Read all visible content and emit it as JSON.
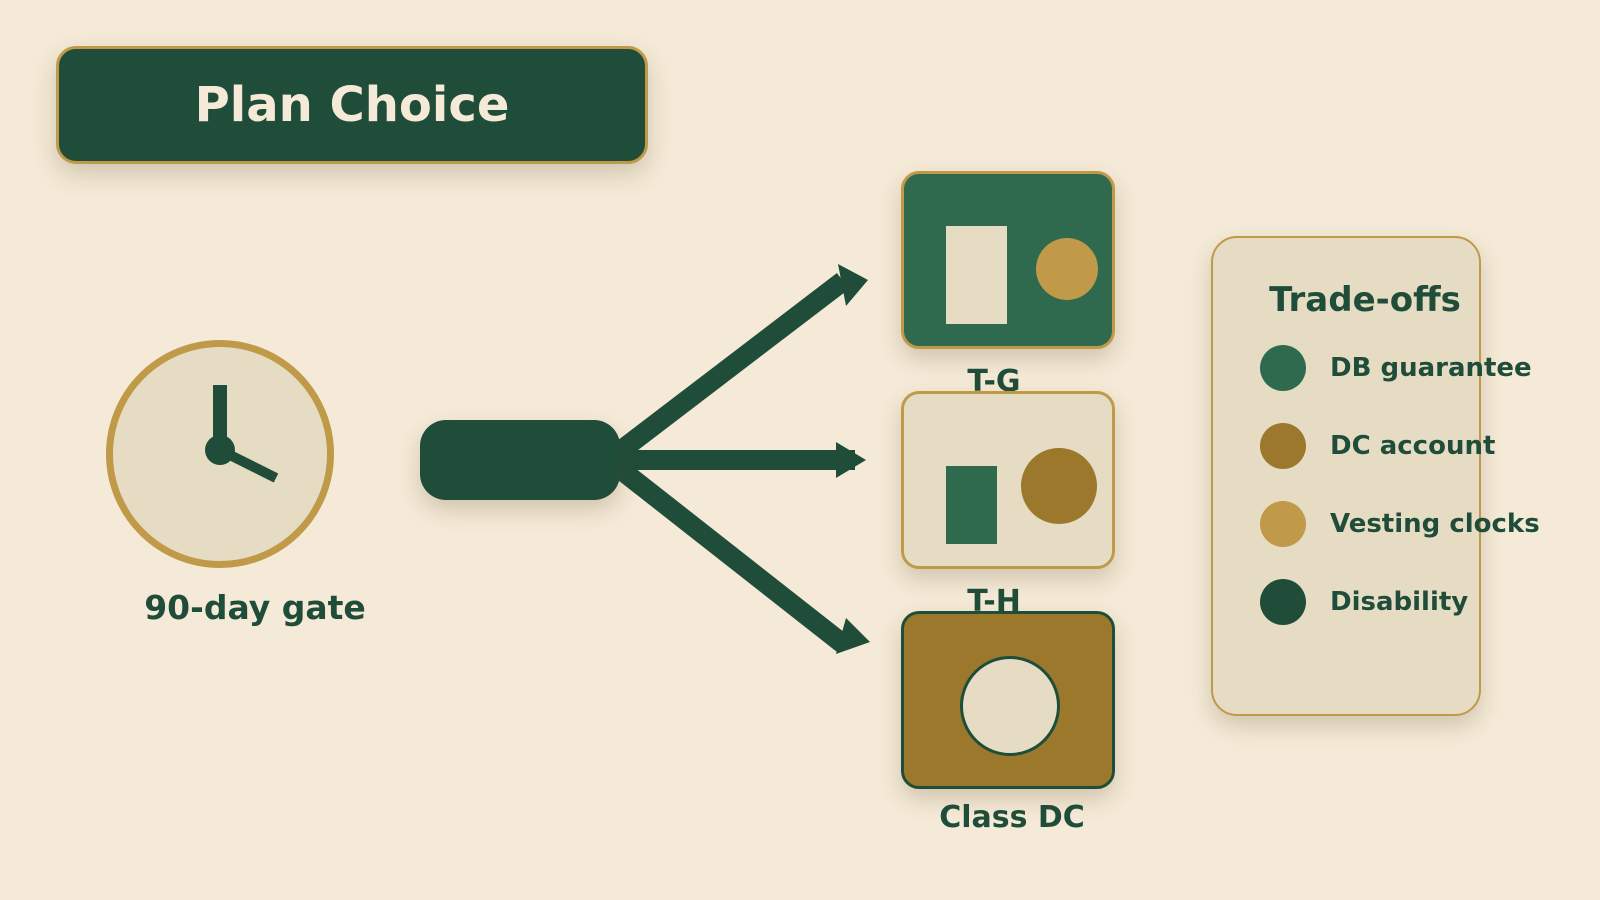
{
  "title": "Plan Choice",
  "gate": {
    "label": "90-day gate",
    "icon": "clock-icon"
  },
  "options": [
    {
      "id": "tg",
      "label": "T-G",
      "icon": "rectangle-and-circle-icon"
    },
    {
      "id": "th",
      "label": "T-H",
      "icon": "rectangle-and-circle-icon"
    },
    {
      "id": "dc",
      "label": "Class DC",
      "icon": "ring-icon"
    }
  ],
  "legend": {
    "title": "Trade-offs",
    "items": [
      {
        "label": "DB guarantee",
        "color": "#2f6a4f"
      },
      {
        "label": "DC account",
        "color": "#9b782b"
      },
      {
        "label": "Vesting clocks",
        "color": "#c09a48"
      },
      {
        "label": "Disability",
        "color": "#1f4d3a"
      }
    ]
  },
  "colors": {
    "background": "#f4ead7",
    "dark_green": "#1f4d3a",
    "mid_green": "#2f6a4f",
    "gold": "#c09a48",
    "bronze": "#9b782b",
    "cream": "#e6dcc4"
  }
}
